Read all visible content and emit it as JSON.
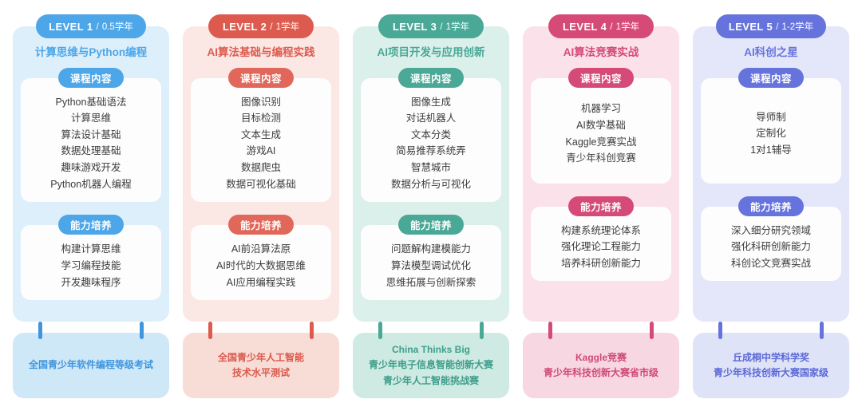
{
  "columns": [
    {
      "level_label": "LEVEL 1",
      "separator": "/",
      "duration": "0.5学年",
      "title": "计算思维与Python编程",
      "course_tag": "课程内容",
      "courses": [
        "Python基础语法",
        "计算思维",
        "算法设计基础",
        "数据处理基础",
        "趣味游戏开发",
        "Python机器人编程"
      ],
      "skill_tag": "能力培养",
      "skills": [
        "构建计算思维",
        "学习编程技能",
        "开发趣味程序"
      ],
      "footer": [
        "全国青少年软件编程等级考试"
      ],
      "colors": {
        "pill": "#4da6e8",
        "card_bg": "#ddeffb",
        "title": "#4da6e8",
        "tag": "#4da6e8",
        "connector": "#3f96dd",
        "footer_bg": "#cfe8f8",
        "footer_text": "#3f96dd"
      }
    },
    {
      "level_label": "LEVEL 2",
      "separator": "/",
      "duration": "1学年",
      "title": "AI算法基础与编程实践",
      "course_tag": "课程内容",
      "courses": [
        "图像识别",
        "目标检测",
        "文本生成",
        "游戏AI",
        "数据爬虫",
        "数据可视化基础"
      ],
      "skill_tag": "能力培养",
      "skills": [
        "AI前沿算法原",
        "AI时代的大数据思维",
        "AI应用编程实践"
      ],
      "footer": [
        "全国青少年人工智能",
        "技术水平测试"
      ],
      "colors": {
        "pill": "#dd5b4e",
        "card_bg": "#fbe8e4",
        "title": "#dd5b4e",
        "tag": "#e0675a",
        "connector": "#dd5b4e",
        "footer_bg": "#f8dcd6",
        "footer_text": "#d95a4d"
      }
    },
    {
      "level_label": "LEVEL 3",
      "separator": "/",
      "duration": "1学年",
      "title": "AI项目开发与应用创新",
      "course_tag": "课程内容",
      "courses": [
        "图像生成",
        "对话机器人",
        "文本分类",
        "简易推荐系统弄",
        "智慧城市",
        "数据分析与可视化"
      ],
      "skill_tag": "能力培养",
      "skills": [
        "问题解构建模能力",
        "算法模型调试优化",
        "思维拓展与创新探索"
      ],
      "footer": [
        "China Thinks Big",
        "青少年电子信息智能创新大赛",
        "青少年人工智能挑战赛"
      ],
      "colors": {
        "pill": "#4aa897",
        "card_bg": "#dbf0ea",
        "title": "#4aa897",
        "tag": "#4aa897",
        "connector": "#4aa897",
        "footer_bg": "#cfeae2",
        "footer_text": "#3e9e8c"
      }
    },
    {
      "level_label": "LEVEL 4",
      "separator": "/",
      "duration": "1学年",
      "title": "AI算法竞赛实战",
      "course_tag": "课程内容",
      "courses": [
        "机器学习",
        "AI数学基础",
        "Kaggle竞赛实战",
        "青少年科创竞赛"
      ],
      "skill_tag": "能力培养",
      "skills": [
        "构建系统理论体系",
        "强化理论工程能力",
        "培养科研创新能力"
      ],
      "footer": [
        "Kaggle竞赛",
        "青少年科技创新大赛省市级"
      ],
      "colors": {
        "pill": "#d64a77",
        "card_bg": "#fbe2ea",
        "title": "#d64a77",
        "tag": "#d64a77",
        "connector": "#d64a77",
        "footer_bg": "#f7d7e2",
        "footer_text": "#d14a76"
      }
    },
    {
      "level_label": "LEVEL 5",
      "separator": "/",
      "duration": "1-2学年",
      "title": "AI科创之星",
      "course_tag": "课程内容",
      "courses": [
        "导师制",
        "定制化",
        "1对1辅导"
      ],
      "skill_tag": "能力培养",
      "skills": [
        "深入细分研究领域",
        "强化科研创新能力",
        "科创论文竞赛实战"
      ],
      "footer": [
        "丘成桐中学科学奖",
        "青少年科技创新大赛国家级"
      ],
      "colors": {
        "pill": "#6673dd",
        "card_bg": "#e4e7fa",
        "title": "#6673dd",
        "tag": "#6673dd",
        "connector": "#6673dd",
        "footer_bg": "#dfe3f8",
        "footer_text": "#5b69d6"
      }
    }
  ]
}
